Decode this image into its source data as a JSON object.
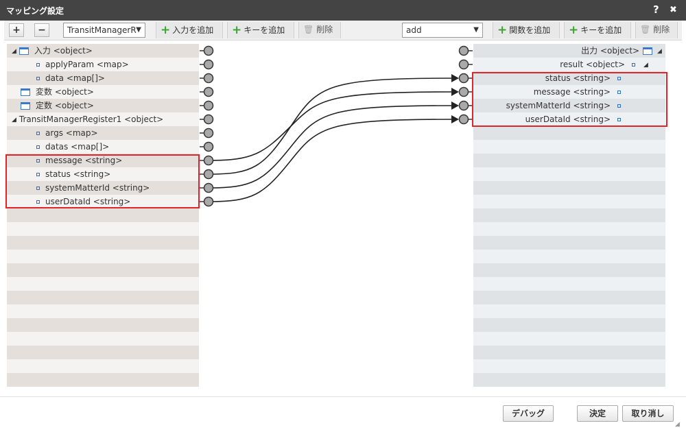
{
  "window": {
    "title": "マッピング設定",
    "help_icon": "?",
    "close_icon": "✖"
  },
  "toolbar": {
    "expand_label": "+",
    "collapse_label": "−",
    "left_select_value": "TransitManagerR",
    "add_input_label": "入力を追加",
    "add_key_label": "キーを追加",
    "delete_label": "削除",
    "right_select_value": "add",
    "add_function_label": "関数を追加",
    "add_key_label_right": "キーを追加",
    "delete_label_right": "削除"
  },
  "left_tree": [
    {
      "label": "入力 <object>",
      "kind": "object",
      "expanded": true,
      "level": 0
    },
    {
      "label": "applyParam <map>",
      "kind": "leaf",
      "level": 1
    },
    {
      "label": "data <map[]>",
      "kind": "leaf",
      "level": 1
    },
    {
      "label": "変数 <object>",
      "kind": "object",
      "level": 0
    },
    {
      "label": "定数 <object>",
      "kind": "object",
      "level": 0
    },
    {
      "label": "TransitManagerRegister1 <object>",
      "kind": "group",
      "expanded": true,
      "level": 0
    },
    {
      "label": "args <map>",
      "kind": "leaf",
      "level": 1
    },
    {
      "label": "datas <map[]>",
      "kind": "leaf",
      "level": 1
    },
    {
      "label": "message <string>",
      "kind": "leaf",
      "level": 1
    },
    {
      "label": "status <string>",
      "kind": "leaf",
      "level": 1
    },
    {
      "label": "systemMatterId <string>",
      "kind": "leaf",
      "level": 1
    },
    {
      "label": "userDataId <string>",
      "kind": "leaf",
      "level": 1
    }
  ],
  "right_tree": [
    {
      "label": "出力 <object>",
      "kind": "object"
    },
    {
      "label": "result <object>",
      "kind": "result"
    },
    {
      "label": "status <string>",
      "kind": "leaf"
    },
    {
      "label": "message <string>",
      "kind": "leaf"
    },
    {
      "label": "systemMatterId <string>",
      "kind": "leaf"
    },
    {
      "label": "userDataId <string>",
      "kind": "leaf"
    }
  ],
  "mappings": [
    {
      "from": 8,
      "to": 3
    },
    {
      "from": 9,
      "to": 2
    },
    {
      "from": 10,
      "to": 4
    },
    {
      "from": 11,
      "to": 5
    }
  ],
  "footer": {
    "debug_label": "デバッグ",
    "ok_label": "決定",
    "cancel_label": "取り消し"
  },
  "colors": {
    "highlight": "#e0242c",
    "titlebar": "#444444",
    "left_stripe": "#e4dfdb",
    "right_stripe": "#dfe3e6"
  }
}
